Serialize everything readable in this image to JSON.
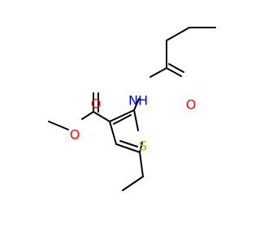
{
  "colors": {
    "background": "#ffffff",
    "bond": "#000000",
    "oxygen": "#ff0000",
    "nitrogen": "#0000ff",
    "sulfur": "#c8aa00"
  },
  "atoms": {
    "nh": "NH",
    "o_amide": "O",
    "o_carbonyl": "O",
    "o_ether": "O",
    "s": "S"
  }
}
